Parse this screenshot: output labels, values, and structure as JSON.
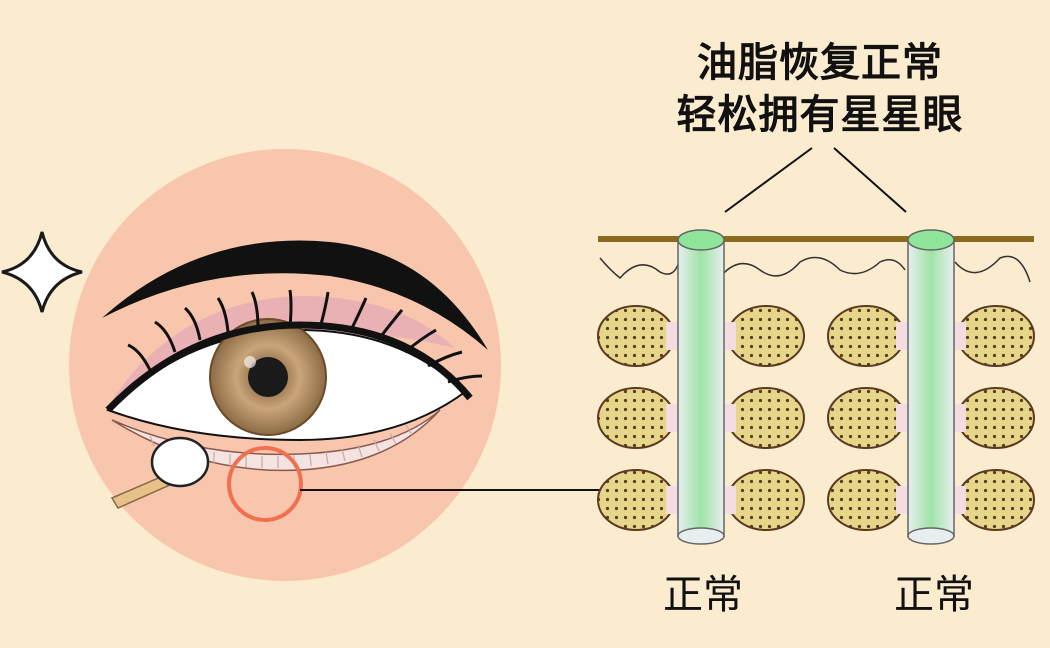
{
  "headline": {
    "line1": "油脂恢复正常",
    "line2": "轻松拥有星星眼"
  },
  "glands": [
    {
      "label": "正常"
    },
    {
      "label": "正常"
    }
  ],
  "colors": {
    "background": "#fbebcf",
    "circle": "#f8c6ad",
    "sebum": "#8fe69a",
    "gland_sac": "#e6d68a",
    "highlight_ring": "#f07050"
  },
  "icons": [
    "sparkle-icon",
    "eye-illustration",
    "cotton-swab-icon",
    "magnifier-ring-icon"
  ]
}
